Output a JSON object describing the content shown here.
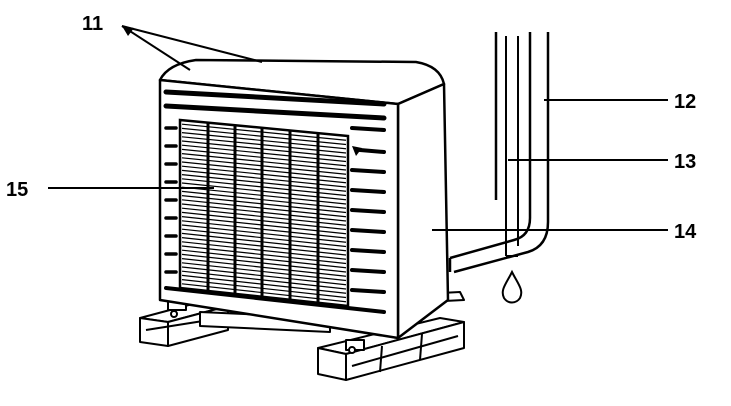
{
  "figure": {
    "labels": {
      "l11": "11",
      "l12": "12",
      "l13": "13",
      "l14": "14",
      "l15": "15"
    },
    "colors": {
      "ink": "#000000",
      "paper": "#ffffff"
    }
  }
}
